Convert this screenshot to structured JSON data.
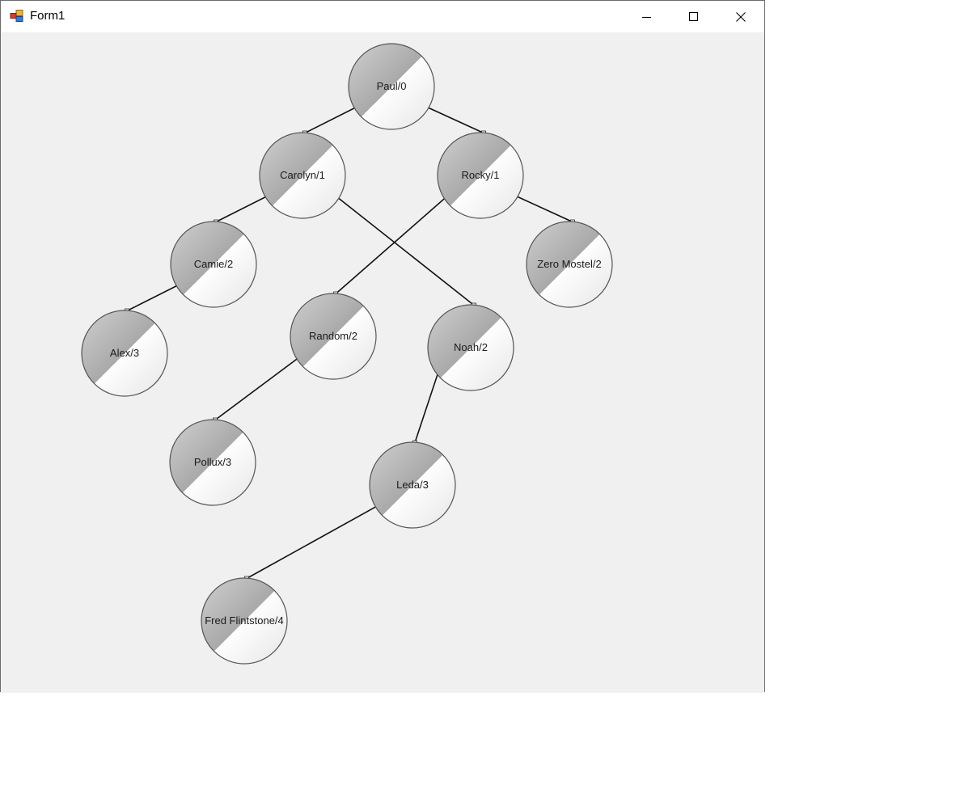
{
  "window": {
    "title": "Form1",
    "icons": {
      "app": "windows-form-icon",
      "minimize": "minimize-icon",
      "maximize": "maximize-icon",
      "close": "close-icon"
    }
  },
  "tree": {
    "nodes": [
      {
        "id": "paul",
        "label": "Paul/0"
      },
      {
        "id": "carolyn",
        "label": "Carolyn/1"
      },
      {
        "id": "rocky",
        "label": "Rocky/1"
      },
      {
        "id": "camie",
        "label": "Camie/2"
      },
      {
        "id": "zero",
        "label": "Zero Mostel/2"
      },
      {
        "id": "alex",
        "label": "Alex/3"
      },
      {
        "id": "random",
        "label": "Random/2"
      },
      {
        "id": "noah",
        "label": "Noah/2"
      },
      {
        "id": "pollux",
        "label": "Pollux/3"
      },
      {
        "id": "leda",
        "label": "Leda/3"
      },
      {
        "id": "fred",
        "label": "Fred Flintstone/4"
      }
    ],
    "edges": [
      {
        "from": "paul",
        "to": "carolyn"
      },
      {
        "from": "paul",
        "to": "rocky"
      },
      {
        "from": "carolyn",
        "to": "camie"
      },
      {
        "from": "carolyn",
        "to": "noah"
      },
      {
        "from": "rocky",
        "to": "random"
      },
      {
        "from": "rocky",
        "to": "zero"
      },
      {
        "from": "camie",
        "to": "alex"
      },
      {
        "from": "random",
        "to": "pollux"
      },
      {
        "from": "noah",
        "to": "leda"
      },
      {
        "from": "leda",
        "to": "fred"
      }
    ]
  }
}
